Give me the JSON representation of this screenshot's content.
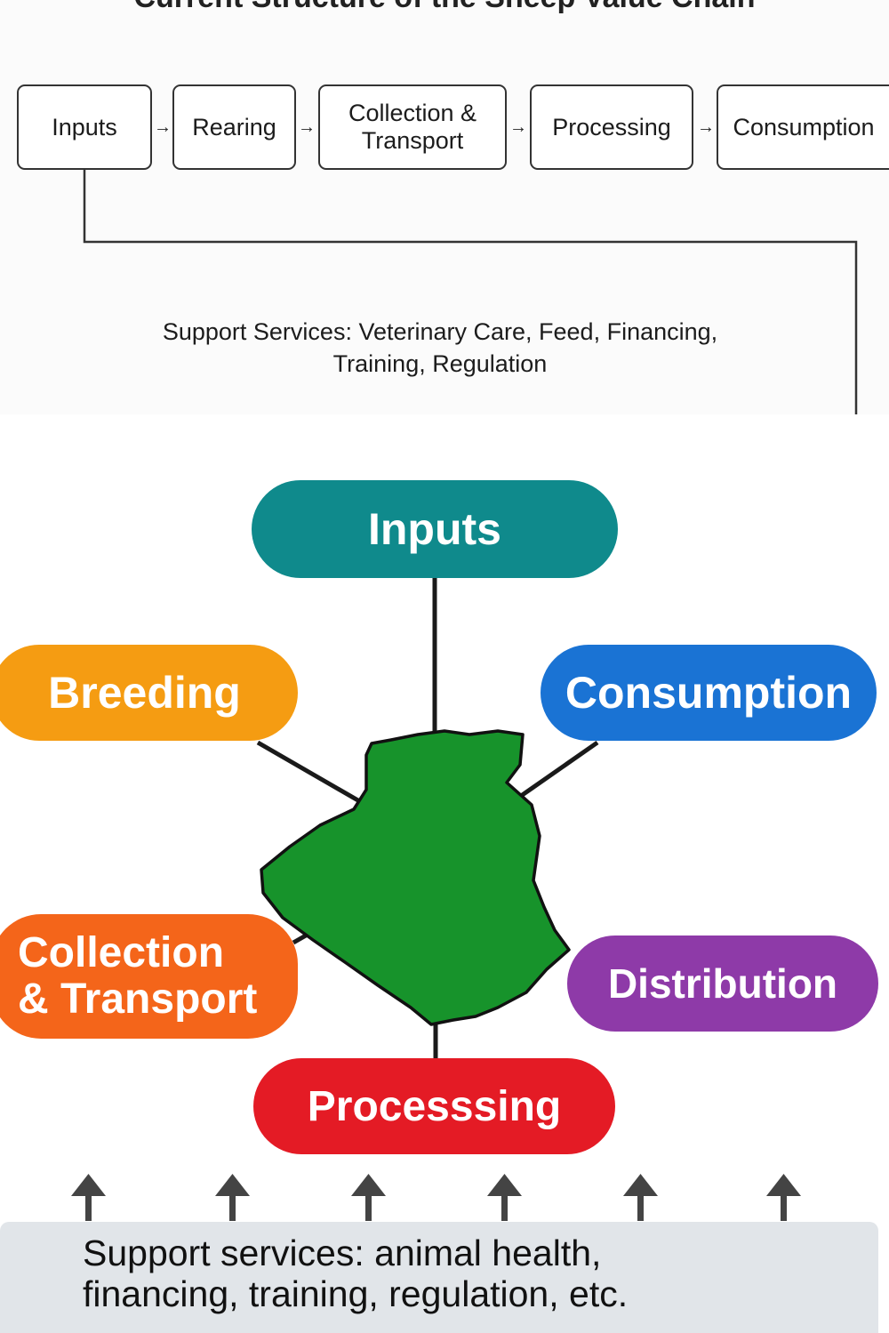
{
  "top": {
    "title": "Current Structure of the Sheep Value Chain",
    "steps": [
      "Inputs",
      "Rearing",
      "Collection &\nTransport",
      "Processing",
      "Consumption"
    ],
    "arrow": "→",
    "support_line1": "Support Services: Veterinary Care, Feed, Financing,",
    "support_line2": "Training, Regulation"
  },
  "hub": {
    "nodes": {
      "inputs": {
        "label": "Inputs",
        "color": "#0f8a8c"
      },
      "breeding": {
        "label": "Breeding",
        "color": "#f59c12"
      },
      "consumption": {
        "label": "Consumption",
        "color": "#1a73d4"
      },
      "collection": {
        "label": "Collection\n& Transport",
        "color": "#f4651a"
      },
      "distribution": {
        "label": "Distribution",
        "color": "#8e3aa8"
      },
      "processing": {
        "label": "Processsing",
        "color": "#e41b25"
      }
    },
    "map_color": "#17932b",
    "support_line1": "Support services: animal health,",
    "support_line2": "financing, training, regulation, etc."
  }
}
